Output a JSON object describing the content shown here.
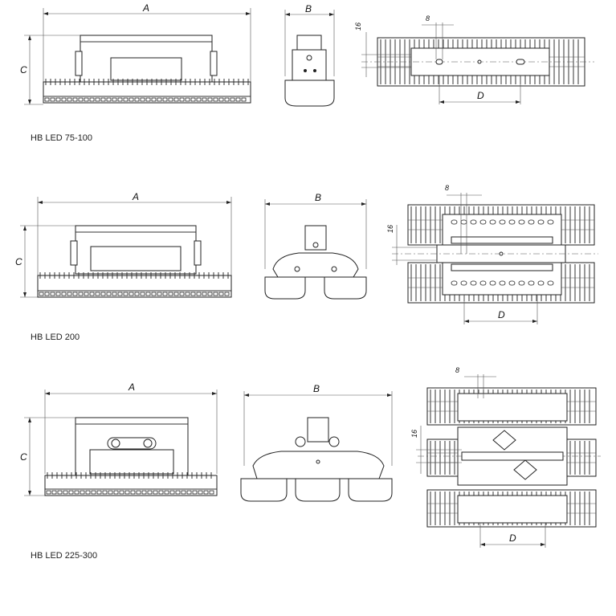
{
  "models": [
    {
      "label": "HB LED 75-100",
      "dims": {
        "a": "A",
        "b": "B",
        "c": "C",
        "d": "D",
        "h": "16",
        "w": "8"
      }
    },
    {
      "label": "HB LED 200",
      "dims": {
        "a": "A",
        "b": "B",
        "c": "C",
        "d": "D",
        "h": "16",
        "w": "8"
      }
    },
    {
      "label": "HB LED 225-300",
      "dims": {
        "a": "A",
        "b": "B",
        "c": "C",
        "d": "D",
        "h": "16",
        "w": "8"
      }
    }
  ]
}
